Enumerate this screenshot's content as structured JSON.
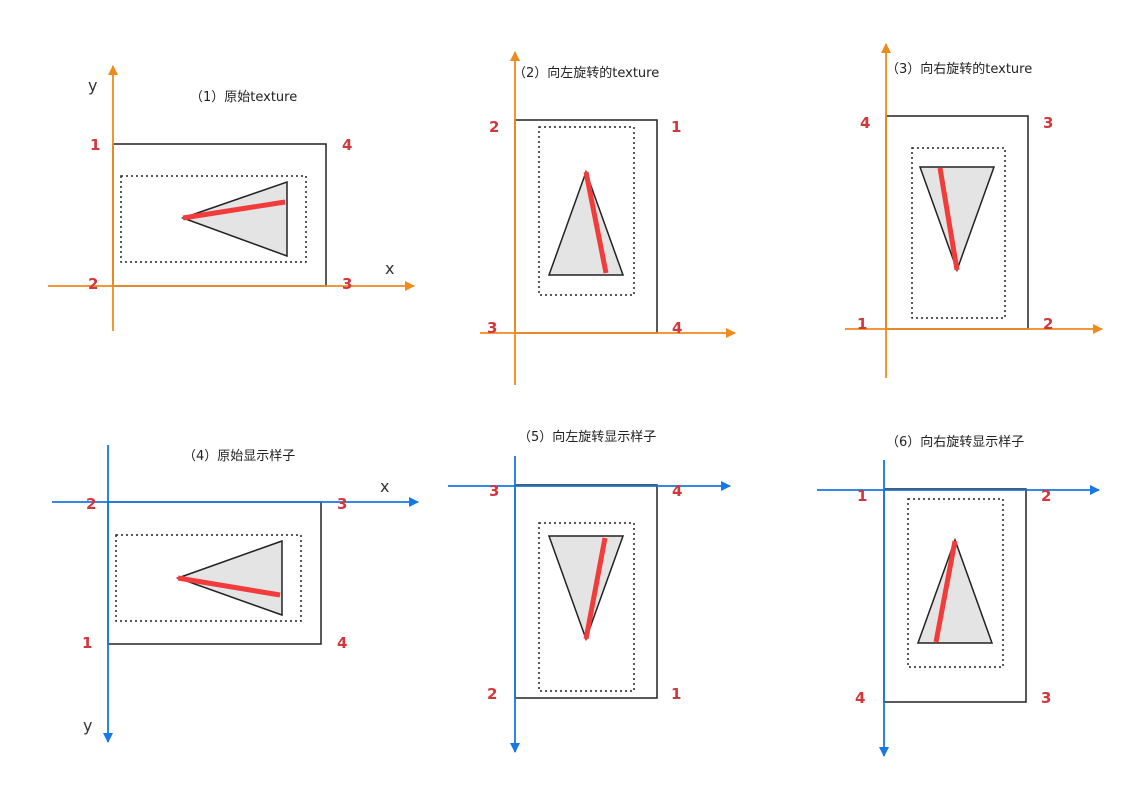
{
  "colors": {
    "texture_axis": "#f08a1c",
    "display_axis": "#1677e5",
    "corner_label": "#d2373c",
    "edge_line": "#f23b3b",
    "triangle_fill": "#e4e4e4",
    "outline": "#222222"
  },
  "panels": [
    {
      "caption": "（1）原始texture",
      "x_label": "x",
      "y_label": "y",
      "corners": [
        "1",
        "4",
        "2",
        "3"
      ]
    },
    {
      "caption": "（2）向左旋转的texture",
      "corners": [
        "2",
        "1",
        "3",
        "4"
      ]
    },
    {
      "caption": "（3）向右旋转的texture",
      "corners": [
        "4",
        "3",
        "1",
        "2"
      ]
    },
    {
      "caption": "（4）原始显示样子",
      "x_label": "x",
      "y_label": "y",
      "corners": [
        "2",
        "3",
        "1",
        "4"
      ]
    },
    {
      "caption": "（5）向左旋转显示样子",
      "corners": [
        "3",
        "4",
        "2",
        "1"
      ]
    },
    {
      "caption": "（6）向右旋转显示样子",
      "corners": [
        "1",
        "2",
        "4",
        "3"
      ]
    }
  ]
}
